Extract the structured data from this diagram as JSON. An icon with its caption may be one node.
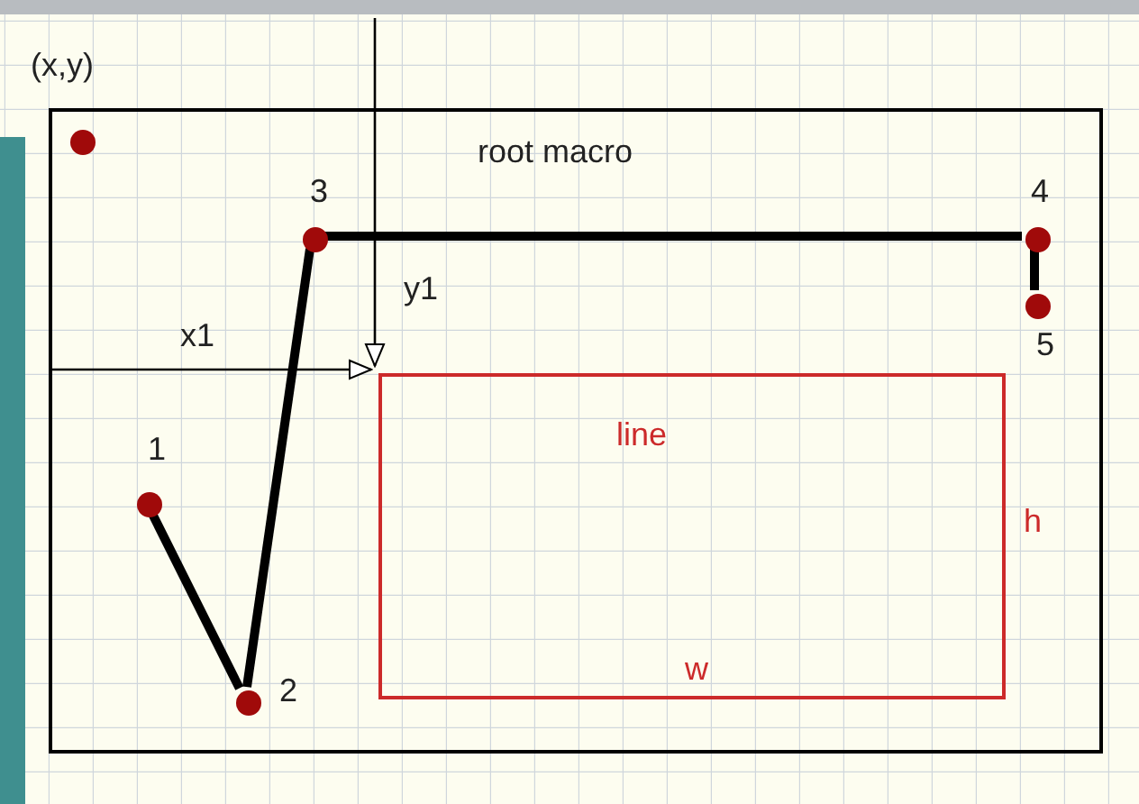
{
  "diagram": {
    "nodes": [
      {
        "text": [
          "root macro"
        ]
      },
      {
        "text": [],
        "shape": "circle",
        "in": 0,
        "beside": [
          "(x,y)"
        ]
      },
      {
        "text": [],
        "shape": "circle",
        "in": 0,
        "beside": [
          "3"
        ]
      },
      {
        "text": [],
        "shape": "circle",
        "in": 0,
        "beside": [
          "4"
        ]
      },
      {
        "text": [],
        "shape": "circle",
        "in": 0,
        "beside": [
          "5"
        ]
      },
      {
        "text": [],
        "shape": "circle",
        "in": 0,
        "beside": [
          "1"
        ]
      },
      {
        "text": [],
        "shape": "circle",
        "in": 0,
        "beside": [
          "2"
        ]
      },
      {
        "text": [
          "line",
          "w"
        ],
        "in": 0,
        "beside": [
          "h"
        ]
      }
    ],
    "edges": [
      {
        "from": null,
        "to": 7,
        "arrow": "to",
        "label": "y1"
      },
      {
        "from": 0,
        "to": 7,
        "arrow": "to",
        "label": "x1"
      },
      {
        "from": 5,
        "to": 6,
        "arrow": "none"
      },
      {
        "from": 6,
        "to": 2,
        "arrow": "none"
      },
      {
        "from": 2,
        "to": 3,
        "arrow": "none"
      },
      {
        "from": 3,
        "to": 4,
        "arrow": "none"
      }
    ]
  }
}
